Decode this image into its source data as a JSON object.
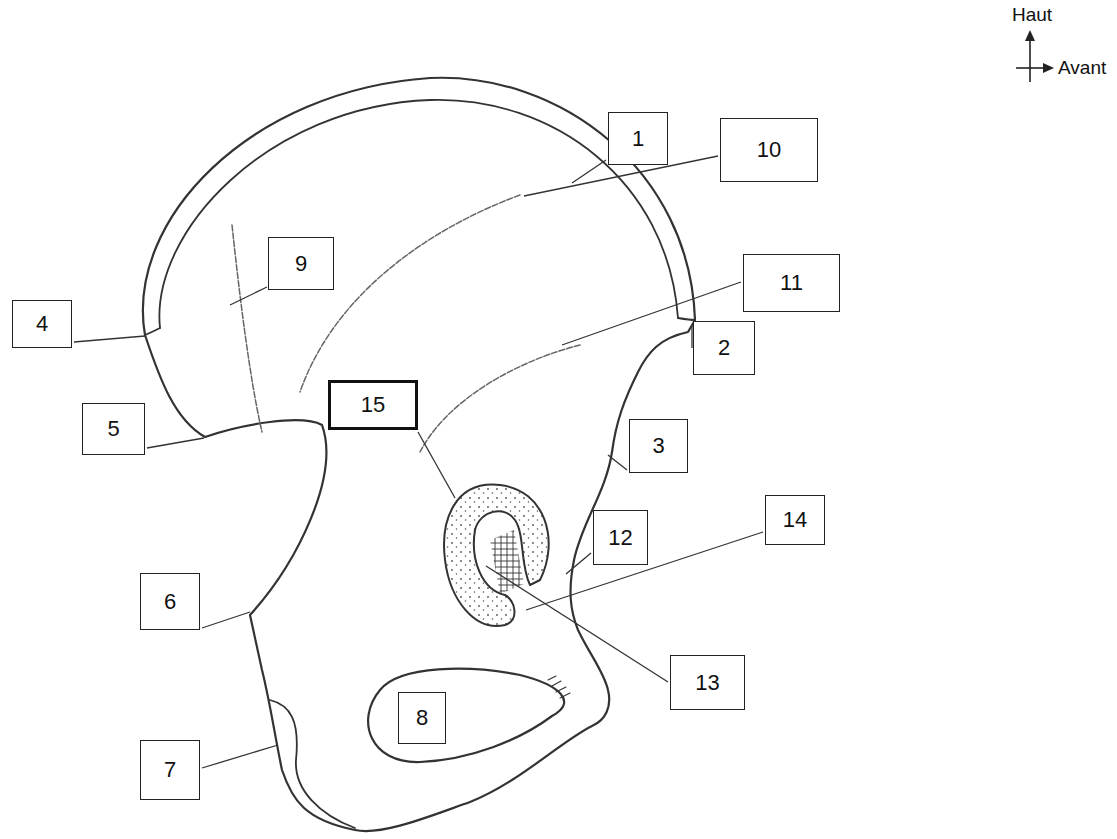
{
  "diagram": {
    "labels": [
      "Haut",
      "Avant",
      "1",
      "10",
      "9",
      "4",
      "11",
      "2",
      "15",
      "5",
      "3",
      "12",
      "14",
      "6",
      "13",
      "8",
      "7"
    ]
  }
}
